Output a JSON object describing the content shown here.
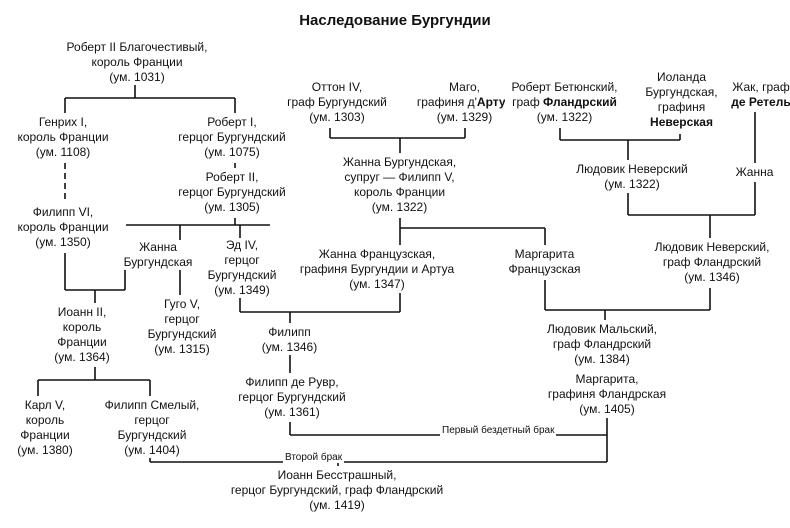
{
  "title": "Наследование Бургундии",
  "persons": {
    "robert2": [
      "Роберт II Благочестивый,",
      "король Франции",
      "(ум. 1031)"
    ],
    "henri1": [
      "Генрих I,",
      "король Франции",
      "(ум. 1108)"
    ],
    "robert1": [
      "Роберт I,",
      "герцог Бургундский",
      "(ум. 1075)"
    ],
    "philippe6": [
      "Филипп VI,",
      "король Франции",
      "(ум. 1350)"
    ],
    "robert2d": [
      "Роберт II,",
      "герцог Бургундский",
      "(ум. 1305)"
    ],
    "jeanne_b": [
      "Жанна",
      "Бургундская"
    ],
    "hugues5": [
      "Гуго V,",
      "герцог",
      "Бургундский",
      "(ум. 1315)"
    ],
    "eudes4": [
      "Эд IV,",
      "герцог",
      "Бургундский",
      "(ум. 1349)"
    ],
    "jean2": [
      "Иоанн II,",
      "король",
      "Франции",
      "(ум. 1364)"
    ],
    "charles5": [
      "Карл V,",
      "король",
      "Франции",
      "(ум. 1380)"
    ],
    "philippe_hardi": [
      "Филипп Смелый,",
      "герцог",
      "Бургундский",
      "(ум. 1404)"
    ],
    "othon4": [
      "Оттон IV,",
      "граф Бургундский",
      "(ум. 1303)"
    ],
    "mahaut": [
      "Маго,",
      "графиня д'@Артуа",
      "(ум. 1329)"
    ],
    "jeanne_bs": [
      "Жанна Бургундская,",
      "супруг — Филипп V,",
      "король Франции",
      "(ум. 1322)"
    ],
    "jeanne_f": [
      "Жанна Французская,",
      "графиня Бургундии и Артуа",
      "(ум. 1347)"
    ],
    "marguerite_f": [
      "Маргарита",
      "Французская"
    ],
    "philippe": [
      "Филипп",
      "(ум. 1346)"
    ],
    "philippe_rouvres": [
      "Филипп де Рувр,",
      "герцог Бургундский",
      "(ум. 1361)"
    ],
    "robert_bethune": [
      "Роберт Бетюнский,",
      "граф @Фландрский",
      "(ум. 1322)"
    ],
    "yolande": [
      "Иоланда",
      "Бургундская,",
      "графиня",
      "@Неверская"
    ],
    "jacques": [
      "Жак, граф",
      "@де Ретель"
    ],
    "louis_nevers1": [
      "Людовик Неверский",
      "(ум. 1322)"
    ],
    "jeanne": [
      "Жанна"
    ],
    "louis_nevers2": [
      "Людовик Неверский,",
      "граф Фландрский",
      "(ум. 1346)"
    ],
    "louis_male": [
      "Людовик Мальский,",
      "граф Фландрский",
      "(ум. 1384)"
    ],
    "marguerite_fl": [
      "Маргарита,",
      "графиня Фландрская",
      "(ум. 1405)"
    ],
    "jean_sans_peur": [
      "Иоанн Бесстрашный,",
      "герцог Бургундский, граф Фландрский",
      "(ум. 1419)"
    ]
  },
  "labels": {
    "first_marriage": "Первый бездетный брак",
    "second_marriage": "Второй брак"
  }
}
